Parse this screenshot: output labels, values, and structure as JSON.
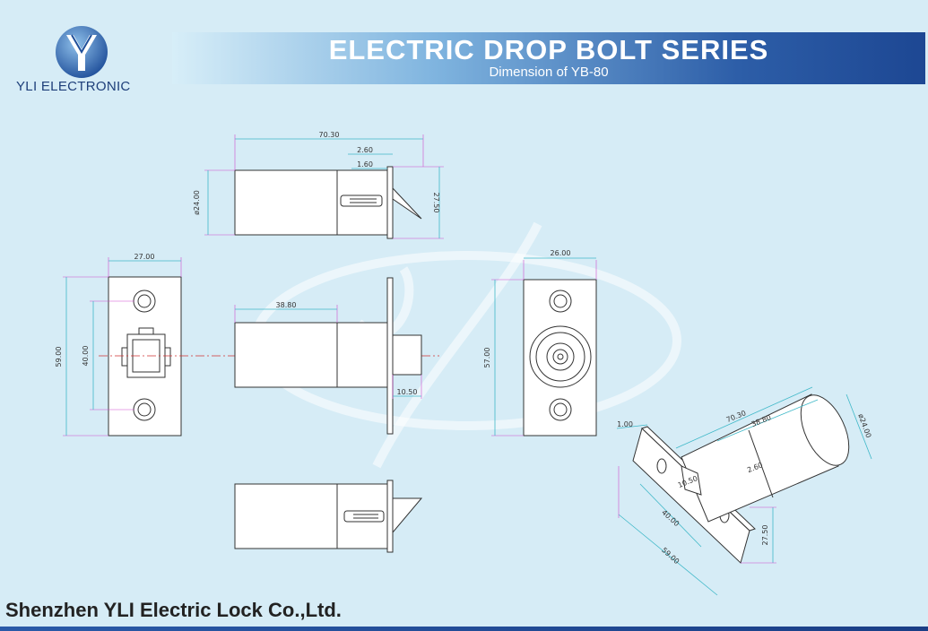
{
  "header": {
    "brand_name": "YLI ELECTRONIC",
    "title": "ELECTRIC DROP BOLT SERIES",
    "subtitle": "Dimension of YB-80"
  },
  "footer": {
    "company": "Shenzhen YLI Electric Lock Co.,Ltd."
  },
  "dimensions": {
    "top_length": "70.30",
    "top_step1": "2.60",
    "top_step2": "1.60",
    "top_diameter": "ø24.00",
    "top_plate": "27.50",
    "left_width": "27.00",
    "left_height": "59.00",
    "left_hole_span": "40.00",
    "side_body": "38.80",
    "side_bolt": "10.50",
    "right_width": "26.00",
    "right_height": "57.00",
    "iso_plate": "1.00",
    "iso_length": "70.30",
    "iso_body": "38.80",
    "iso_diameter": "ø24.00",
    "iso_step": "2.60",
    "iso_bolt": "10.50",
    "iso_hole_span": "40.00",
    "iso_width": "27.50",
    "iso_height": "59.00"
  },
  "colors": {
    "outline": "#333333",
    "dimension_line": "#3fb8c8",
    "extension_line": "#d04fd0",
    "centerline": "#d03030",
    "banner_dark": "#1d4793"
  }
}
